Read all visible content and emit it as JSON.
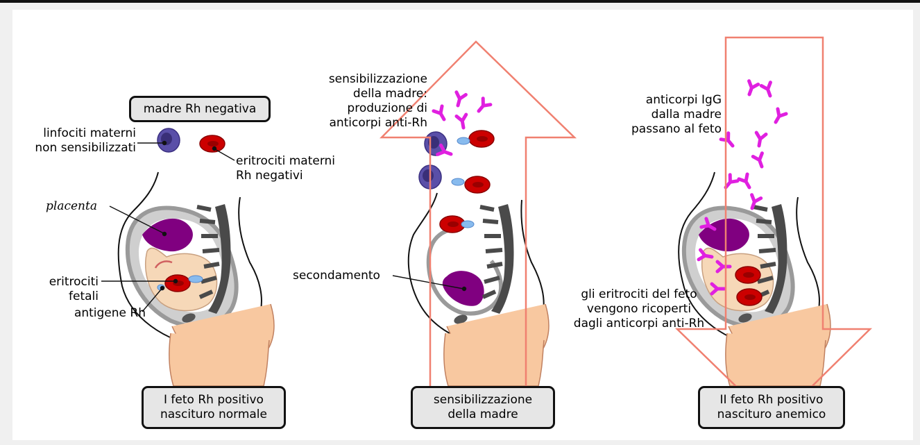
{
  "labels": {
    "mother_rh_negative": "madre Rh negativa",
    "maternal_lymphocytes": "linfociti materni\nnon sensibilizzati",
    "maternal_erythrocytes": "eritrociti materni\nRh negativi",
    "placenta": "placenta",
    "fetal_erythrocytes": "eritrociti\nfetali",
    "rh_antigen": "antigene Rh",
    "sensitization_text": "sensibilizzazione\ndella madre:\nproduzione di\nanticorpi anti-Rh",
    "afterbirth": "secondamento",
    "igg_antibodies": "anticorpi IgG\ndalla madre\npassano al feto",
    "coated_erythrocytes": "gli eritrociti del feto\nvengono ricoperti\ndagli anticorpi anti-Rh"
  },
  "captions": {
    "first": "I feto Rh positivo\nnascituro normale",
    "second": "sensibilizzazione\ndella madre",
    "third": "II feto Rh positivo\nnascituro anemico"
  },
  "colors": {
    "arrow": "#f08070",
    "rbc": "#cc0000",
    "lymphocyte": "#5a4fa8",
    "placenta": "#800080",
    "antibody": "#e020e0",
    "skin": "#f8c8a0",
    "antigen": "#88bbee"
  }
}
